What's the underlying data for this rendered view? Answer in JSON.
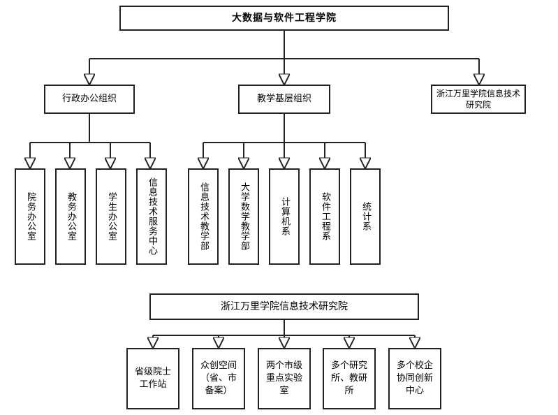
{
  "root": "大数据与软件工程学院",
  "level1": {
    "admin": "行政办公组织",
    "teaching": "教学基层组织",
    "institute": "浙江万里学院信息技术研究院"
  },
  "admin_units": [
    "院务办公室",
    "教务办公室",
    "学生办公室",
    "信息技术服务中心"
  ],
  "teaching_units": [
    "信息技术教学部",
    "大学数学教学部",
    "计算机系",
    "软件工程系",
    "统计系"
  ],
  "institute_header": "浙江万里学院信息技术研究院",
  "institute_units": [
    "省级院士工作站",
    "众创空间（省、市备案）",
    "两个市级重点实验室",
    "多个研究所、教研所",
    "多个校企协同创新中心"
  ]
}
